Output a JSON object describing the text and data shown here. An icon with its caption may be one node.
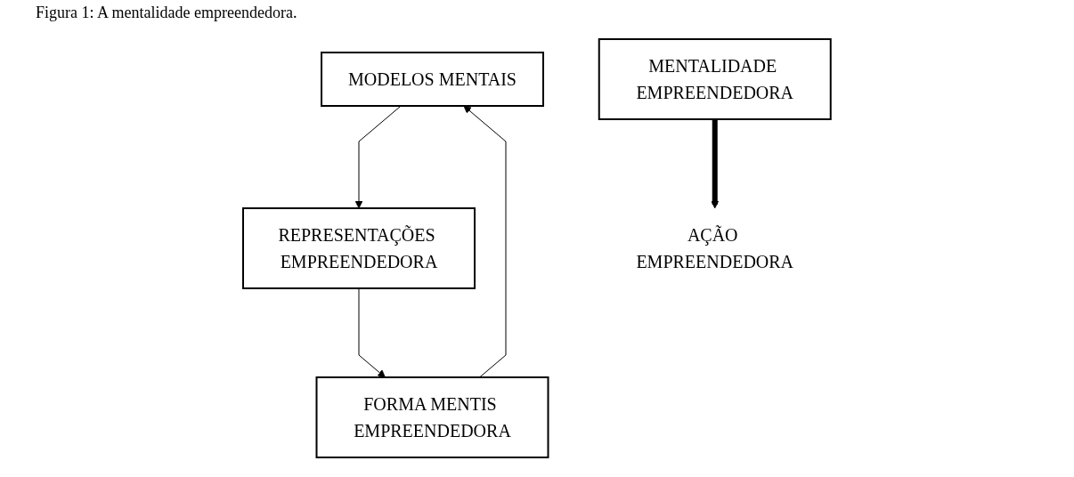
{
  "diagram": {
    "title": "Figura 1: A mentalidade empreendedora.",
    "nodes": [
      {
        "text": [
          "MODELOS MENTAIS"
        ]
      },
      {
        "text": [
          "MENTALIDADE EMPREENDEDORA"
        ]
      },
      {
        "text": [
          "FORMA MENTIS EMPREENDEDORA"
        ]
      },
      {
        "text": [
          "REPRESENTAÇÕES EMPREENDEDORA"
        ]
      },
      {
        "text": [
          "AÇÃO EMPREENDEDORA"
        ]
      }
    ],
    "edges": [
      {
        "from": 2,
        "to": 0,
        "arrow": "to"
      },
      {
        "from": 0,
        "to": 3,
        "arrow": "to"
      },
      {
        "from": 3,
        "to": 2,
        "arrow": "to"
      },
      {
        "from": 1,
        "to": 4,
        "arrow": "to",
        "style": "thick"
      }
    ]
  }
}
